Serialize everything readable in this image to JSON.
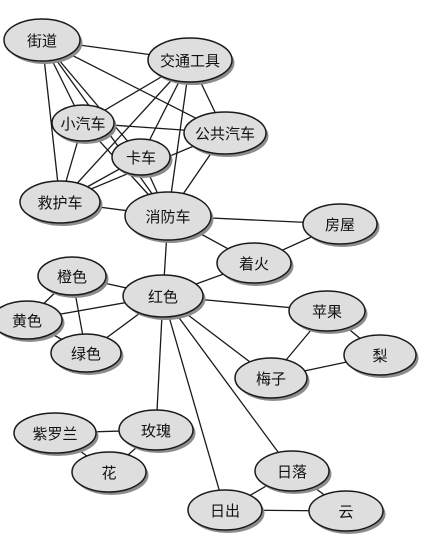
{
  "diagram": {
    "nodes": [
      {
        "id": "jiedao",
        "label": "街道"
      },
      {
        "id": "jiaotong",
        "label": "交通工具"
      },
      {
        "id": "xiaoqiche",
        "label": "小汽车"
      },
      {
        "id": "gonggong",
        "label": "公共汽车"
      },
      {
        "id": "kache",
        "label": "卡车"
      },
      {
        "id": "jiuhu",
        "label": "救护车"
      },
      {
        "id": "xiaofang",
        "label": "消防车"
      },
      {
        "id": "fangwu",
        "label": "房屋"
      },
      {
        "id": "zhaohuo",
        "label": "着火"
      },
      {
        "id": "chengse",
        "label": "橙色"
      },
      {
        "id": "hongse",
        "label": "红色"
      },
      {
        "id": "huangse",
        "label": "黄色"
      },
      {
        "id": "lvse",
        "label": "绿色"
      },
      {
        "id": "pingguo",
        "label": "苹果"
      },
      {
        "id": "li",
        "label": "梨"
      },
      {
        "id": "meizi",
        "label": "梅子"
      },
      {
        "id": "ziluolan",
        "label": "紫罗兰"
      },
      {
        "id": "meigui",
        "label": "玫瑰"
      },
      {
        "id": "hua",
        "label": "花"
      },
      {
        "id": "riluo",
        "label": "日落"
      },
      {
        "id": "richu",
        "label": "日出"
      },
      {
        "id": "yun",
        "label": "云"
      }
    ],
    "edges": [
      [
        "jiedao",
        "jiaotong"
      ],
      [
        "jiedao",
        "xiaoqiche"
      ],
      [
        "jiedao",
        "gonggong"
      ],
      [
        "jiedao",
        "kache"
      ],
      [
        "jiedao",
        "jiuhu"
      ],
      [
        "jiedao",
        "xiaofang"
      ],
      [
        "jiaotong",
        "xiaoqiche"
      ],
      [
        "jiaotong",
        "gonggong"
      ],
      [
        "jiaotong",
        "kache"
      ],
      [
        "jiaotong",
        "jiuhu"
      ],
      [
        "jiaotong",
        "xiaofang"
      ],
      [
        "xiaoqiche",
        "gonggong"
      ],
      [
        "xiaoqiche",
        "jiuhu"
      ],
      [
        "xiaoqiche",
        "xiaofang"
      ],
      [
        "gonggong",
        "jiuhu"
      ],
      [
        "gonggong",
        "xiaofang"
      ],
      [
        "kache",
        "jiuhu"
      ],
      [
        "kache",
        "xiaofang"
      ],
      [
        "jiuhu",
        "xiaofang"
      ],
      [
        "xiaofang",
        "fangwu"
      ],
      [
        "xiaofang",
        "zhaohuo"
      ],
      [
        "xiaofang",
        "hongse"
      ],
      [
        "fangwu",
        "zhaohuo"
      ],
      [
        "zhaohuo",
        "hongse"
      ],
      [
        "hongse",
        "chengse"
      ],
      [
        "hongse",
        "huangse"
      ],
      [
        "hongse",
        "lvse"
      ],
      [
        "hongse",
        "pingguo"
      ],
      [
        "hongse",
        "meizi"
      ],
      [
        "hongse",
        "meigui"
      ],
      [
        "hongse",
        "riluo"
      ],
      [
        "hongse",
        "richu"
      ],
      [
        "chengse",
        "huangse"
      ],
      [
        "chengse",
        "lvse"
      ],
      [
        "huangse",
        "lvse"
      ],
      [
        "pingguo",
        "li"
      ],
      [
        "pingguo",
        "meizi"
      ],
      [
        "meizi",
        "li"
      ],
      [
        "ziluolan",
        "meigui"
      ],
      [
        "ziluolan",
        "hua"
      ],
      [
        "meigui",
        "hua"
      ],
      [
        "riluo",
        "richu"
      ],
      [
        "riluo",
        "yun"
      ],
      [
        "richu",
        "yun"
      ]
    ]
  }
}
